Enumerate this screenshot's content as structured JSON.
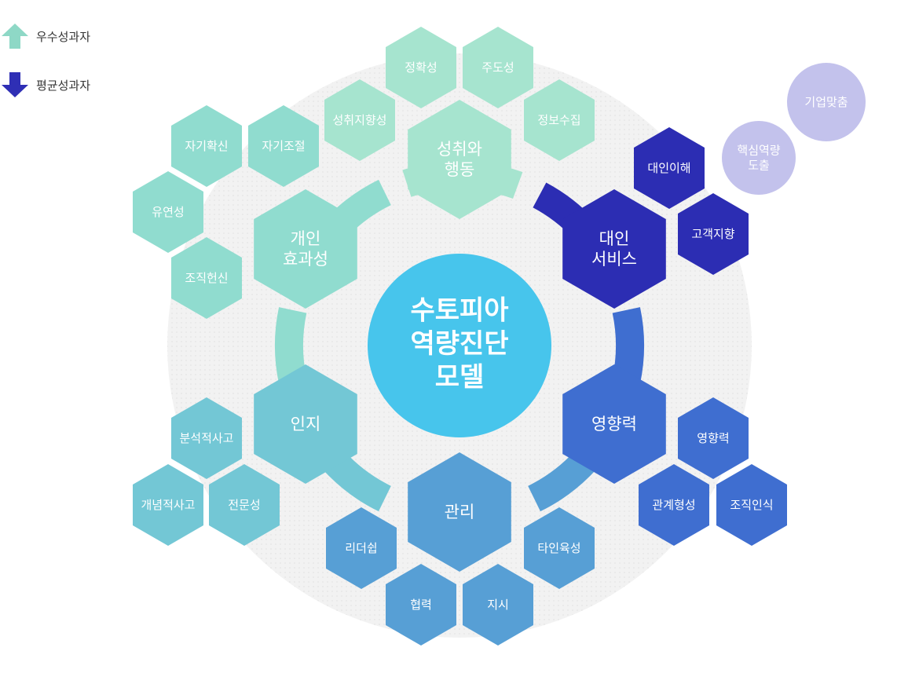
{
  "legend": {
    "excellent_label": "우수성과자",
    "average_label": "평균성과자",
    "excellent_color": "#8ed8c6",
    "average_color": "#2f2fb5"
  },
  "center": {
    "lines": [
      "수토피아",
      "역량진단",
      "모델"
    ],
    "color": "#47c5ec"
  },
  "clusters": [
    {
      "id": "achievement",
      "lines": [
        "성취와",
        "행동"
      ],
      "color": "#a6e4cf",
      "subs": [
        [
          "정확성"
        ],
        [
          "주도성"
        ],
        [
          "성취지향성"
        ],
        [
          "정보수집"
        ]
      ]
    },
    {
      "id": "service",
      "lines": [
        "대인",
        "서비스"
      ],
      "color": "#2c2db3",
      "subs": [
        [
          "대인이해"
        ],
        [
          "고객지향"
        ]
      ]
    },
    {
      "id": "influence",
      "lines": [
        "영향력"
      ],
      "color": "#3f6ed0",
      "subs": [
        [
          "영향력"
        ],
        [
          "관계형성"
        ],
        [
          "조직인식"
        ]
      ]
    },
    {
      "id": "management",
      "lines": [
        "관리"
      ],
      "color": "#579fd5",
      "subs": [
        [
          "리더쉽"
        ],
        [
          "타인육성"
        ],
        [
          "협력"
        ],
        [
          "지시"
        ]
      ]
    },
    {
      "id": "cognition",
      "lines": [
        "인지"
      ],
      "color": "#73c7d5",
      "subs": [
        [
          "분석적사고"
        ],
        [
          "개념적사고"
        ],
        [
          "전문성"
        ]
      ]
    },
    {
      "id": "effectiveness",
      "lines": [
        "개인",
        "효과성"
      ],
      "color": "#90dccf",
      "subs": [
        [
          "자기확신"
        ],
        [
          "자기조절"
        ],
        [
          "유연성"
        ],
        [
          "조직헌신"
        ]
      ]
    }
  ],
  "bubbles": [
    {
      "lines": [
        "핵심역량",
        "도출"
      ],
      "color": "#c3c2ec"
    },
    {
      "lines": [
        "기업맞춤"
      ],
      "color": "#c3c2ec"
    }
  ]
}
